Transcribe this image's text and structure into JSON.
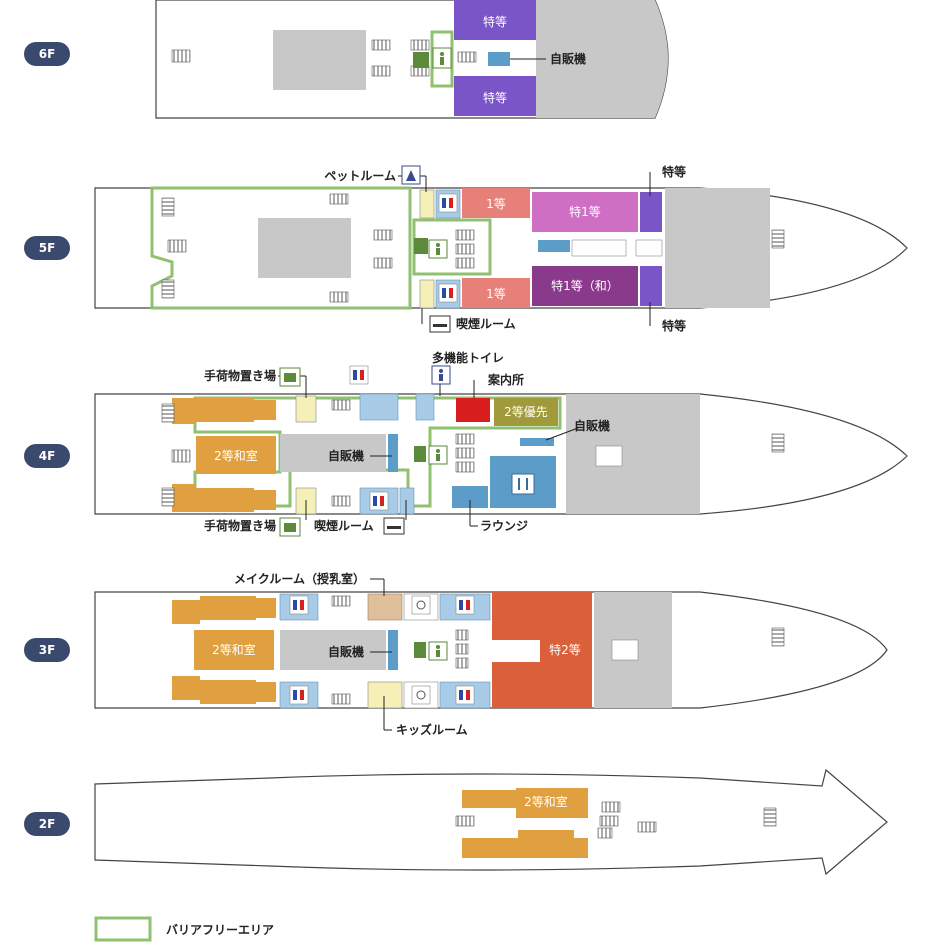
{
  "floors": [
    "6F",
    "5F",
    "4F",
    "3F",
    "2F"
  ],
  "labels": {
    "vending": "自販機",
    "tokuto": "特等",
    "pet_room": "ペットルーム",
    "first_class": "1等",
    "toku_first": "特1等",
    "toku_first_jp": "特1等（和）",
    "smoking_room": "喫煙ルーム",
    "multi_toilet": "多機能トイレ",
    "luggage": "手荷物置き場",
    "info": "案内所",
    "second_priority": "2等優先",
    "second_jp": "2等和室",
    "lounge": "ラウンジ",
    "make_room": "メイクルーム（授乳室）",
    "toku_second": "特2等",
    "kids_room": "キッズルーム"
  },
  "legend": {
    "barrier_free": "バリアフリーエリア"
  },
  "colors": {
    "tokuto": "#7a55c8",
    "first_class": "#e8807a",
    "toku_first": "#cf6fc4",
    "toku_first_jp": "#8a3a8a",
    "info": "#d81e1e",
    "second_priority": "#a09a3a",
    "second_jp": "#e0a040",
    "lounge": "#5b9cc8",
    "toku_second": "#d9603a",
    "barrier": "#90c070",
    "floor_badge": "#3a4a6e",
    "grey": "#c8c8c8"
  }
}
